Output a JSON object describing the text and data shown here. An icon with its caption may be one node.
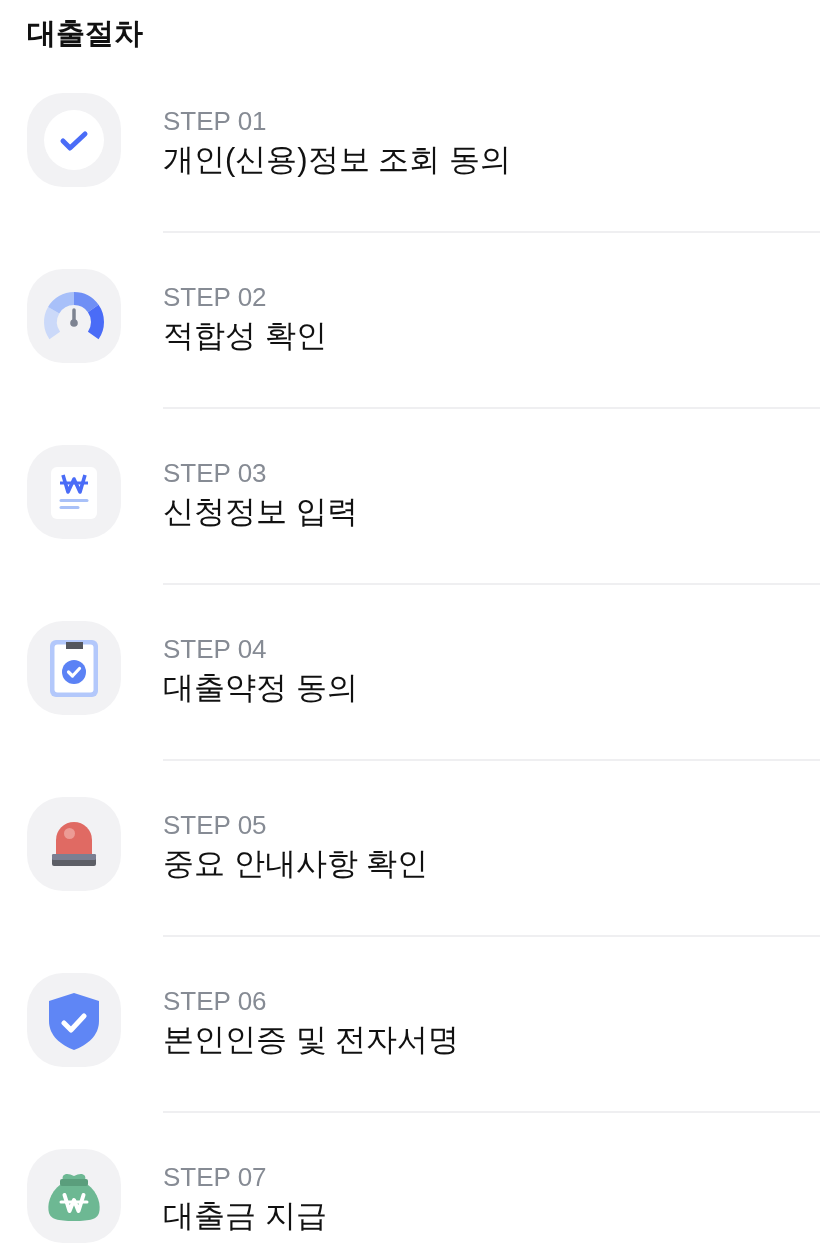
{
  "diagram": {
    "title": "대출절차",
    "nodes": [
      {
        "text": [
          "STEP 01",
          "개인(신용)정보 조회 동의"
        ]
      },
      {
        "text": [
          "STEP 02",
          "적합성 확인"
        ]
      },
      {
        "text": [
          "STEP 03",
          "신청정보 입력"
        ]
      },
      {
        "text": [
          "STEP 04",
          "대출약정 동의"
        ]
      },
      {
        "text": [
          "STEP 05",
          "중요 안내사항 확인"
        ]
      },
      {
        "text": [
          "STEP 06",
          "본인인증 및 전자서명"
        ]
      },
      {
        "text": [
          "STEP 07",
          "대출금 지급"
        ]
      }
    ]
  }
}
